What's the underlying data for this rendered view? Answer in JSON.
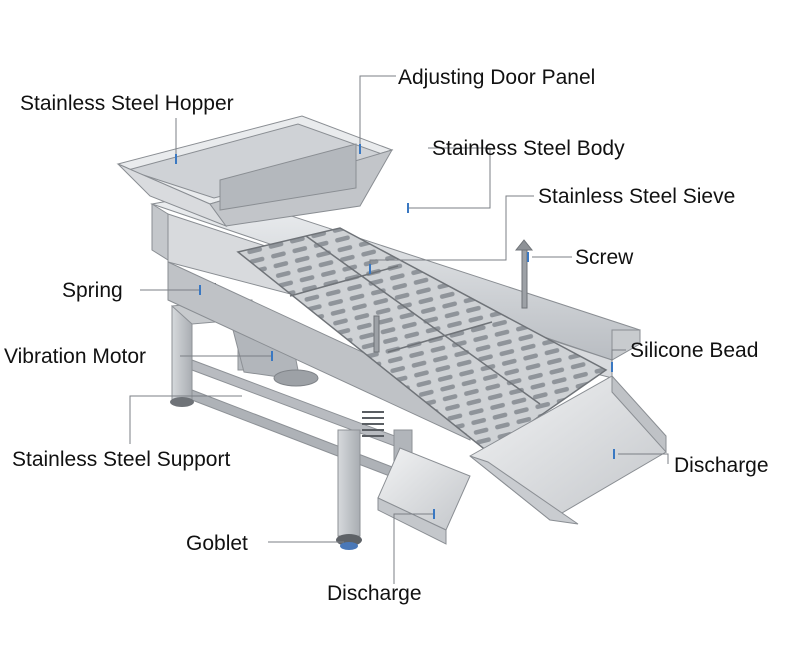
{
  "diagram": {
    "colors": {
      "steel_light": "#e6e8ea",
      "steel_mid": "#c9ccd0",
      "steel_dark": "#9da1a6",
      "leader": "#7b7f85",
      "marker": "#3a78c2",
      "text": "#111111"
    },
    "labels": {
      "adjusting_door_panel": "Adjusting Door Panel",
      "stainless_steel_hopper": "Stainless Steel Hopper",
      "stainless_steel_body": "Stainless Steel Body",
      "stainless_steel_sieve": "Stainless Steel Sieve",
      "screw": "Screw",
      "spring": "Spring",
      "vibration_motor": "Vibration Motor",
      "silicone_bead": "Silicone Bead",
      "stainless_steel_support": "Stainless Steel Support",
      "discharge_right": "Discharge",
      "goblet": "Goblet",
      "discharge_bottom": "Discharge"
    }
  }
}
